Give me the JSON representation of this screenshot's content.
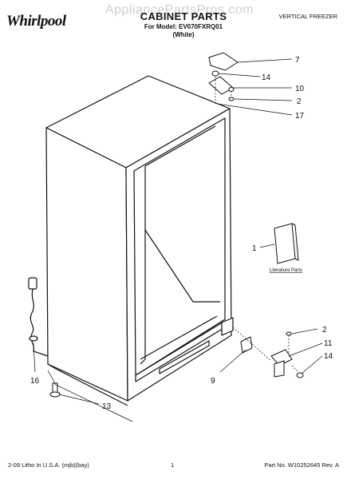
{
  "header": {
    "brand": "Whirlpool",
    "watermark": "AppliancePartsPros.com",
    "title": "CABINET PARTS",
    "model_line": "For Model: EV070FXRQ01",
    "color_line": "(White)",
    "category": "VERTICAL FREEZER"
  },
  "callouts": {
    "c7": "7",
    "c14_top": "14",
    "c10": "10",
    "c2_top": "2",
    "c17": "17",
    "c1": "1",
    "c2_bottom": "2",
    "c11": "11",
    "c14_bottom": "14",
    "c9": "9",
    "c16": "16",
    "c13": "13"
  },
  "literature_label": "Literature Parts",
  "footer": {
    "left": "2-09 Litho In U.S.A. (mjb)(bay)",
    "center": "1",
    "right": "Part No. W10252645 Rev. A"
  }
}
